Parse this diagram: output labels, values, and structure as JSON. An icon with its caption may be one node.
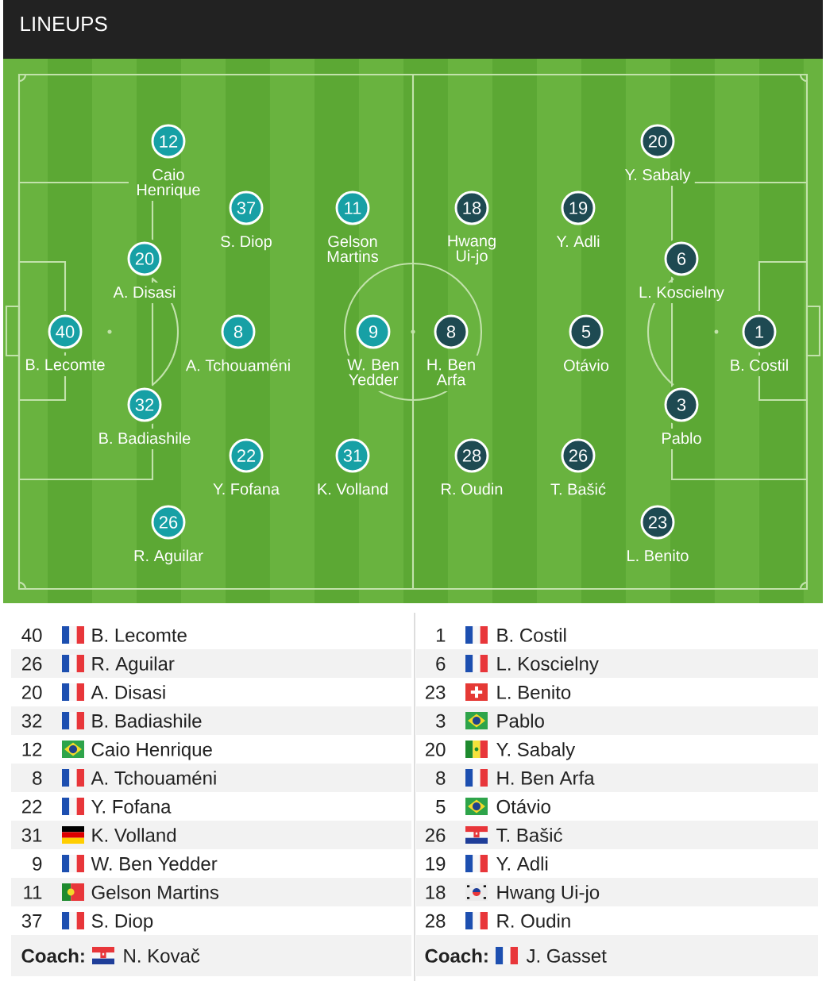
{
  "diagram": {
    "title": "LINEUPS",
    "nodes": [
      {
        "text": [
          "40"
        ],
        "beside": [
          "B. Lecomte"
        ]
      },
      {
        "text": [
          "12"
        ],
        "beside": [
          "Caio Henrique"
        ]
      },
      {
        "text": [
          "20"
        ],
        "beside": [
          "A. Disasi"
        ]
      },
      {
        "text": [
          "32"
        ],
        "beside": [
          "B. Badiashile"
        ]
      },
      {
        "text": [
          "26"
        ],
        "beside": [
          "R. Aguilar"
        ]
      },
      {
        "text": [
          "37"
        ],
        "beside": [
          "S. Diop"
        ]
      },
      {
        "text": [
          "8"
        ],
        "beside": [
          "A. Tchouaméni"
        ]
      },
      {
        "text": [
          "22"
        ],
        "beside": [
          "Y. Fofana"
        ]
      },
      {
        "text": [
          "11"
        ],
        "beside": [
          "Gelson Martins"
        ]
      },
      {
        "text": [
          "9"
        ],
        "beside": [
          "W. Ben Yedder"
        ]
      },
      {
        "text": [
          "31"
        ],
        "beside": [
          "K. Volland"
        ]
      },
      {
        "text": [
          "18"
        ],
        "beside": [
          "Hwang Ui-jo"
        ]
      },
      {
        "text": [
          "8"
        ],
        "beside": [
          "H. Ben Arfa"
        ]
      },
      {
        "text": [
          "28"
        ],
        "beside": [
          "R. Oudin"
        ]
      },
      {
        "text": [
          "19"
        ],
        "beside": [
          "Y. Adli"
        ]
      },
      {
        "text": [
          "5"
        ],
        "beside": [
          "Otávio"
        ]
      },
      {
        "text": [
          "26"
        ],
        "beside": [
          "T. Bašić"
        ]
      },
      {
        "text": [
          "20"
        ],
        "beside": [
          "Y. Sabaly"
        ]
      },
      {
        "text": [
          "6"
        ],
        "beside": [
          "L. Koscielny"
        ]
      },
      {
        "text": [
          "3"
        ],
        "beside": [
          "Pablo"
        ]
      },
      {
        "text": [
          "23"
        ],
        "beside": [
          "L. Benito"
        ]
      },
      {
        "text": [
          "1"
        ],
        "beside": [
          "B. Costil"
        ]
      }
    ],
    "labels": [
      "40",
      "B. Lecomte",
      "1",
      "B. Costil",
      "26",
      "R. Aguilar",
      "6",
      "L. Koscielny",
      "20",
      "A. Disasi",
      "23",
      "L. Benito",
      "32",
      "B. Badiashile",
      "3",
      "Pablo",
      "12",
      "Caio Henrique",
      "20",
      "Y. Sabaly",
      "8",
      "A. Tchouaméni",
      "8",
      "H. Ben Arfa",
      "22",
      "Y. Fofana",
      "5",
      "Otávio",
      "31",
      "K. Volland",
      "26",
      "T. Bašić",
      "9",
      "W. Ben Yedder",
      "19",
      "Y. Adli",
      "11",
      "Gelson Martins",
      "18",
      "Hwang Ui-jo",
      "37",
      "S. Diop",
      "28",
      "R. Oudin",
      "Coach:",
      "N. Kovač",
      "Coach:",
      "J. Gasset"
    ]
  }
}
